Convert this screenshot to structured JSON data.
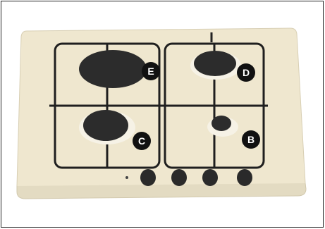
{
  "labels": {
    "e": "E",
    "d": "D",
    "c": "C",
    "b": "B"
  },
  "colors": {
    "hob": "#efe7cf",
    "grate": "#1f1f1f",
    "burner": "#2c2c2c",
    "badge": "#111111"
  }
}
